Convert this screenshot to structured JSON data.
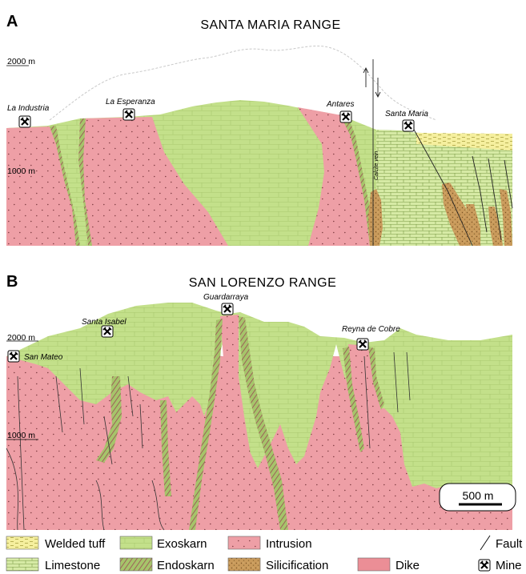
{
  "panels": [
    {
      "letter": "A",
      "title": "SANTA MARIA RANGE",
      "elevations": [
        "2000 m",
        "1000 m"
      ],
      "mines": [
        "La Industria",
        "La Esperanza",
        "Antares",
        "Santa Maria"
      ],
      "vein_label": "Calcite vein"
    },
    {
      "letter": "B",
      "title": "SAN LORENZO RANGE",
      "elevations": [
        "2000 m",
        "1000 m"
      ],
      "mines": [
        "Guardarraya",
        "Santa Isabel",
        "San Mateo",
        "Reyna de Cobre"
      ]
    }
  ],
  "scale_bar": "500 m",
  "legend": [
    {
      "label": "Welded tuff",
      "pattern": "tuff"
    },
    {
      "label": "Exoskarn",
      "pattern": "exoskarn"
    },
    {
      "label": "Intrusion",
      "pattern": "intrusion"
    },
    {
      "label": "Fault",
      "pattern": "fault"
    },
    {
      "label": "Limestone",
      "pattern": "limestone"
    },
    {
      "label": "Endoskarn",
      "pattern": "endoskarn"
    },
    {
      "label": "Silicification",
      "pattern": "silicification"
    },
    {
      "label": "Dike",
      "pattern": "dike"
    },
    {
      "label": "Mine",
      "pattern": "mine"
    }
  ],
  "colors": {
    "exoskarn": "#c3e08a",
    "intrusion": "#ee9fa6",
    "dike": "#eb8e96",
    "silicification": "#c99a5b",
    "tuff": "#f5ef9e",
    "limestone": "#d6eaa5"
  }
}
